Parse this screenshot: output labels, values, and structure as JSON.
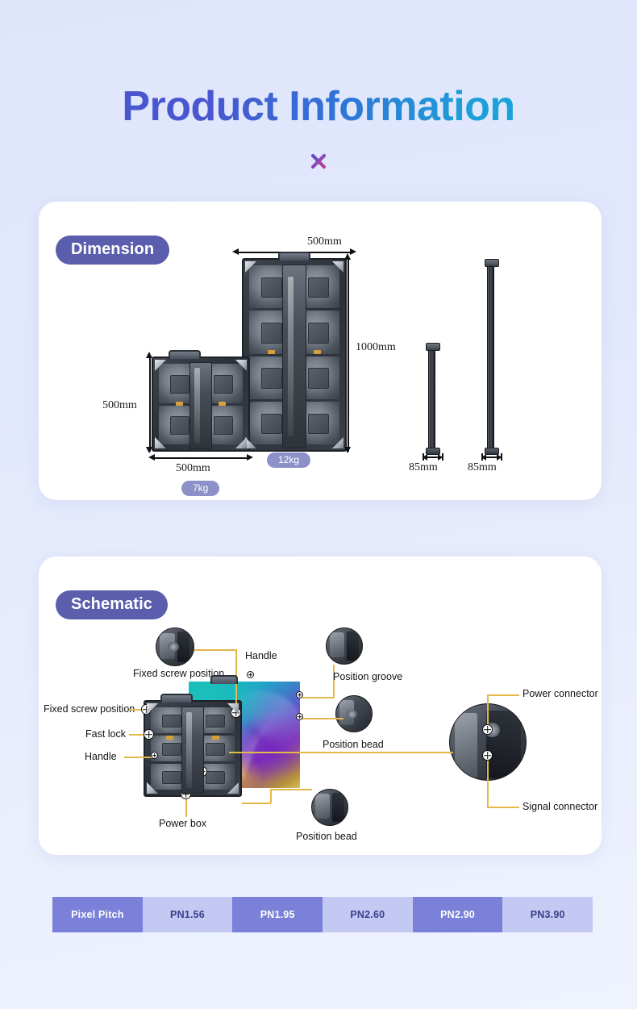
{
  "page": {
    "title": "Product Information",
    "divider_icon": "x-cross-icon",
    "background_color": "#dfe6fb",
    "title_gradient_from": "#4a56d0",
    "title_gradient_to": "#1e9fd8"
  },
  "dimension_section": {
    "badge": "Dimension",
    "badge_color": "#5a5eac",
    "labels": {
      "small_panel_height": "500mm",
      "small_panel_width": "500mm",
      "big_panel_width": "500mm",
      "big_panel_height": "1000mm",
      "profile_small_depth": "85mm",
      "profile_big_depth": "85mm"
    },
    "weights": {
      "small_panel": "7kg",
      "big_panel": "12kg",
      "pill_color": "#8c90c8"
    }
  },
  "schematic_section": {
    "badge": "Schematic",
    "badge_color": "#5a5eac",
    "lead_line_color": "#e5b84a",
    "callouts": [
      {
        "id": "fixed-screw-position-top",
        "label": "Fixed screw position"
      },
      {
        "id": "handle-top",
        "label": "Handle"
      },
      {
        "id": "position-groove",
        "label": "Position groove"
      },
      {
        "id": "fixed-screw-position-left",
        "label": "Fixed screw position"
      },
      {
        "id": "fast-lock",
        "label": "Fast lock"
      },
      {
        "id": "position-bead-right",
        "label": "Position bead"
      },
      {
        "id": "handle-left",
        "label": "Handle"
      },
      {
        "id": "power-connector",
        "label": "Power connector"
      },
      {
        "id": "power-box",
        "label": "Power box"
      },
      {
        "id": "position-bead-bottom",
        "label": "Position bead"
      },
      {
        "id": "signal-connector",
        "label": "Signal connector"
      }
    ]
  },
  "pixel_pitch_table": {
    "header_label": "Pixel Pitch",
    "cells": [
      {
        "label": "Pixel Pitch",
        "style": "dark"
      },
      {
        "label": "PN1.56",
        "style": "light"
      },
      {
        "label": "PN1.95",
        "style": "dark"
      },
      {
        "label": "PN2.60",
        "style": "light"
      },
      {
        "label": "PN2.90",
        "style": "dark"
      },
      {
        "label": "PN3.90",
        "style": "light"
      }
    ],
    "dark_color": "#7b80d8",
    "light_color": "#c3c9f2"
  }
}
